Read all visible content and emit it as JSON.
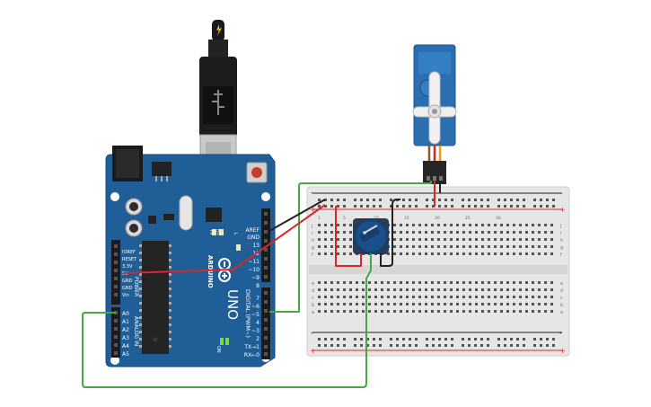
{
  "arduino": {
    "brand_text": "ARDUINO",
    "model_text": "UNO",
    "digital_header_text": "DIGITAL (PWM~)",
    "power_header_text": "POWER",
    "analog_header_text": "ANALOG IN",
    "power_pins": [
      "IOREF",
      "RESET",
      "3.3V",
      "5V",
      "GND",
      "GND",
      "Vin"
    ],
    "analog_pins": [
      "A0",
      "A1",
      "A2",
      "A3",
      "A4",
      "A5"
    ],
    "digital_pins_top": [
      "AREF",
      "GND",
      "13",
      "12",
      "~11",
      "~10",
      "~9",
      "8"
    ],
    "digital_pins_bottom": [
      "7",
      "~6",
      "~5",
      "4",
      "~3",
      "2",
      "TX→1",
      "RX←0"
    ],
    "led_labels": [
      "TX",
      "RX",
      "L"
    ],
    "on_label": "ON"
  },
  "breadboard": {
    "row_letters_top": [
      "j",
      "i",
      "h",
      "g",
      "f"
    ],
    "row_letters_bottom": [
      "e",
      "d",
      "c",
      "b",
      "a"
    ],
    "rail_plus": "+",
    "rail_minus": "-",
    "col_numbers": [
      "1",
      "5",
      "10",
      "15",
      "20",
      "25",
      "30"
    ]
  },
  "colors": {
    "board_blue": "#1f5e96",
    "breadboard": "#e6e6e6",
    "wire_red": "#d62828",
    "wire_black": "#222222",
    "wire_green": "#43a845",
    "servo_blue": "#2b6fb0",
    "pot_blue": "#1b4f8a"
  }
}
